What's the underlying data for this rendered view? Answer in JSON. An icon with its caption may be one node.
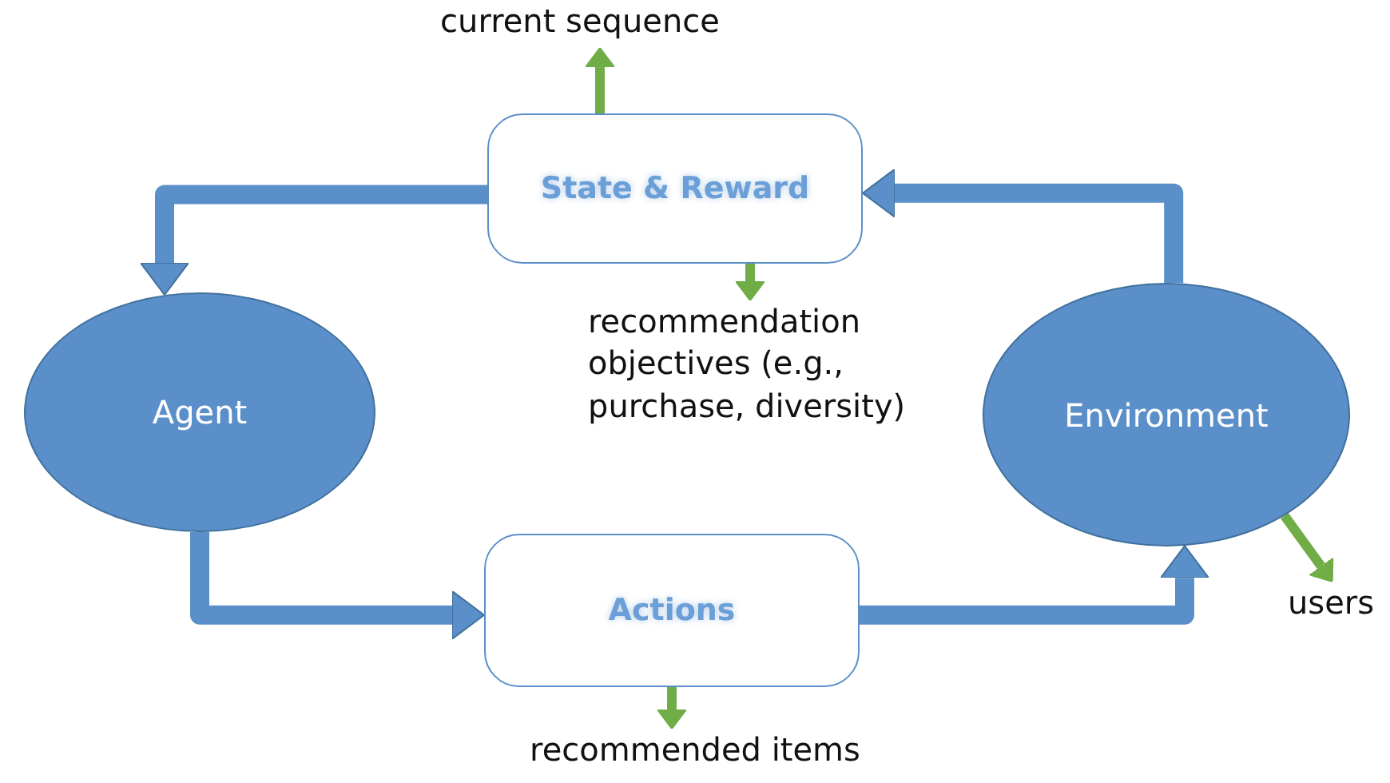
{
  "diagram": {
    "nodes": [
      {
        "text": [
          "State & Reward"
        ]
      },
      {
        "text": [
          "Agent"
        ]
      },
      {
        "text": [
          "Environment"
        ]
      },
      {
        "text": [
          "Actions"
        ]
      },
      {
        "text": [
          "current sequence"
        ]
      },
      {
        "text": [
          "recommendation objectives (e.g., purchase, diversity)"
        ]
      },
      {
        "text": [
          "users"
        ]
      },
      {
        "text": [
          "recommended items"
        ]
      }
    ],
    "edges": [
      {
        "from": 0,
        "to": 1,
        "arrow": "to",
        "style": "thick"
      },
      {
        "from": 1,
        "to": 3,
        "arrow": "to",
        "style": "thick"
      },
      {
        "from": 3,
        "to": 2,
        "arrow": "to",
        "style": "thick"
      },
      {
        "from": 2,
        "to": 0,
        "arrow": "to",
        "style": "thick"
      },
      {
        "from": 0,
        "to": 4,
        "arrow": "to",
        "color": "#70ad47"
      },
      {
        "from": 0,
        "to": 5,
        "arrow": "to",
        "color": "#70ad47"
      },
      {
        "from": 2,
        "to": 6,
        "arrow": "to",
        "color": "#70ad47"
      },
      {
        "from": 3,
        "to": 7,
        "arrow": "to",
        "color": "#70ad47"
      }
    ]
  }
}
